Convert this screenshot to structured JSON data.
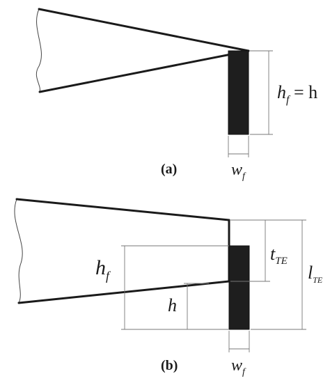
{
  "panel_a": {
    "caption": "(a)",
    "height_label_h": "h",
    "height_label_sub": "f",
    "height_label_rest": " = h",
    "width_label_w": "w",
    "width_label_sub": "f"
  },
  "panel_b": {
    "caption": "(b)",
    "hf_label": "h",
    "hf_sub": "f",
    "h_label": "h",
    "tte_label": "t",
    "tte_sub": "TE",
    "lte_label": "l",
    "lte_sub": "TE",
    "width_label_w": "w",
    "width_label_sub": "f"
  },
  "colors": {
    "flap_fill": "#1e1e1e",
    "line": "#1a1a1a"
  }
}
